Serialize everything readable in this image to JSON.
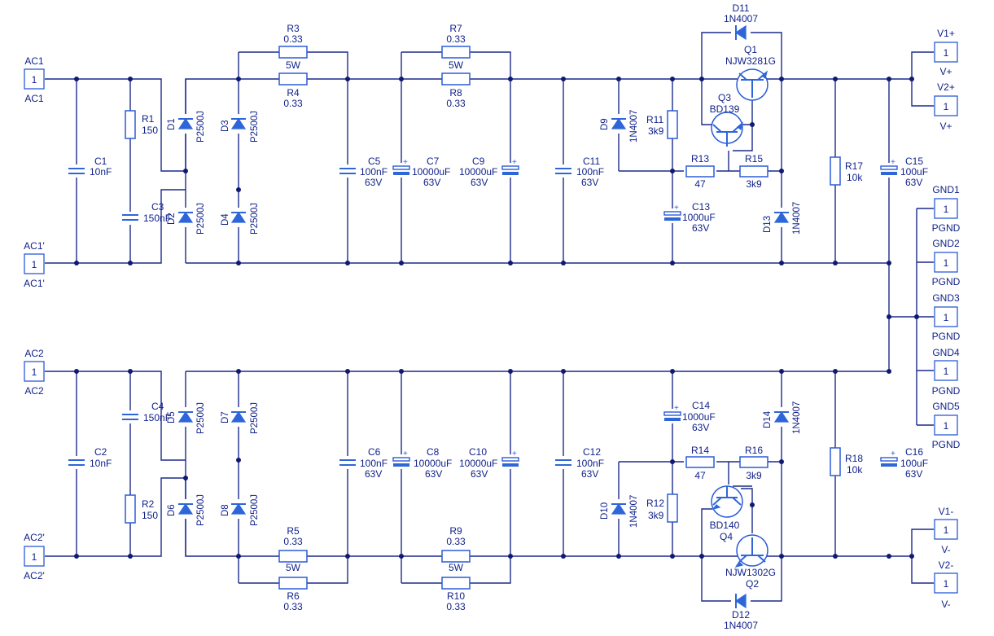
{
  "labels": {
    "ac1": "AC1",
    "ac1p": "AC1'",
    "ac2": "AC2",
    "ac2p": "AC2'",
    "pin1": "1",
    "c1": "C1",
    "c1v": "10nF",
    "c2": "C2",
    "c2v": "10nF",
    "r1": "R1",
    "r1v": "150",
    "r2": "R2",
    "r2v": "150",
    "c3": "C3",
    "c3v": "150nF",
    "c4": "C4",
    "c4v": "150nF",
    "d1": "D1",
    "d2": "D2",
    "d3": "D3",
    "d4": "D4",
    "d5": "D5",
    "d6": "D6",
    "d7": "D7",
    "d8": "D8",
    "dval": "P2500J",
    "r3": "R3",
    "r4": "R4",
    "r5": "R5",
    "r6": "R6",
    "r7": "R7",
    "r8": "R8",
    "r9": "R9",
    "r10": "R10",
    "r033": "0.33",
    "w5": "5W",
    "c5": "C5",
    "c6": "C6",
    "c100n": "100nF",
    "v63": "63V",
    "c7": "C7",
    "c8": "C8",
    "c9": "C9",
    "c10": "C10",
    "c10000": "10000uF",
    "c11": "C11",
    "c12": "C12",
    "d9": "D9",
    "d10": "D10",
    "d11": "D11",
    "d12": "D12",
    "d13": "D13",
    "d14": "D14",
    "n4007": "1N4007",
    "r11": "R11",
    "r12": "R12",
    "r3k9": "3k9",
    "r13": "R13",
    "r14": "R14",
    "r47": "47",
    "r15": "R15",
    "r16": "R16",
    "c13": "C13",
    "c14": "C14",
    "c1000": "1000uF",
    "q1": "Q1",
    "q1v": "NJW3281G",
    "q2": "Q2",
    "q2v": "NJW1302G",
    "q3": "Q3",
    "q3v": "BD139",
    "q4": "Q4",
    "q4v": "BD140",
    "r17": "R17",
    "r18": "R18",
    "r10k": "10k",
    "c15": "C15",
    "c16": "C16",
    "c100u": "100uF",
    "v1p": "V1+",
    "v2p": "V2+",
    "vplus": "V+",
    "v1m": "V1-",
    "v2m": "V2-",
    "vminus": "V-",
    "gnd1": "GND1",
    "gnd2": "GND2",
    "gnd3": "GND3",
    "gnd4": "GND4",
    "gnd5": "GND5",
    "pgnd": "PGND"
  },
  "colors": {
    "wire": "#1c2a8a",
    "part": "#2a5bd7",
    "text": "#0e1f88"
  }
}
